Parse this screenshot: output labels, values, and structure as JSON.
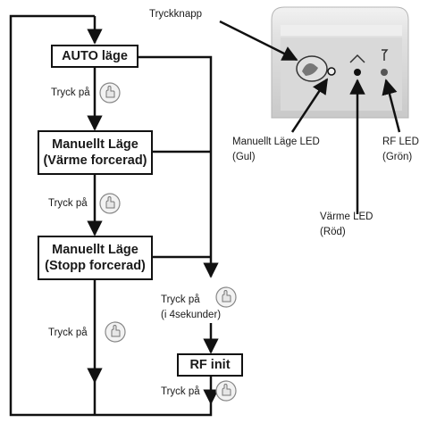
{
  "diagram": {
    "states": {
      "auto": "AUTO läge",
      "manual_heat": [
        "Manuellt Läge",
        "(Värme forcerad)"
      ],
      "manual_stop": [
        "Manuellt Läge",
        "(Stopp forcerad)"
      ],
      "rf_init": "RF init"
    },
    "actions": {
      "press_1": "Tryck på",
      "press_2": "Tryck på",
      "press_3": "Tryck på",
      "press_4sec": [
        "Tryck på",
        "(i 4sekunder)"
      ],
      "press_5": "Tryck på"
    },
    "device": {
      "button_label": "Tryckknapp",
      "manual_led": [
        "Manuellt Läge LED",
        "(Gul)"
      ],
      "heat_led": [
        "Värme LED",
        "(Röd)"
      ],
      "rf_led": [
        "RF LED",
        "(Grön)"
      ]
    },
    "colors": {
      "line": "#111111",
      "device_body": "#d4d4d4"
    },
    "icons": {
      "press": "pressing-hand-icon"
    }
  }
}
